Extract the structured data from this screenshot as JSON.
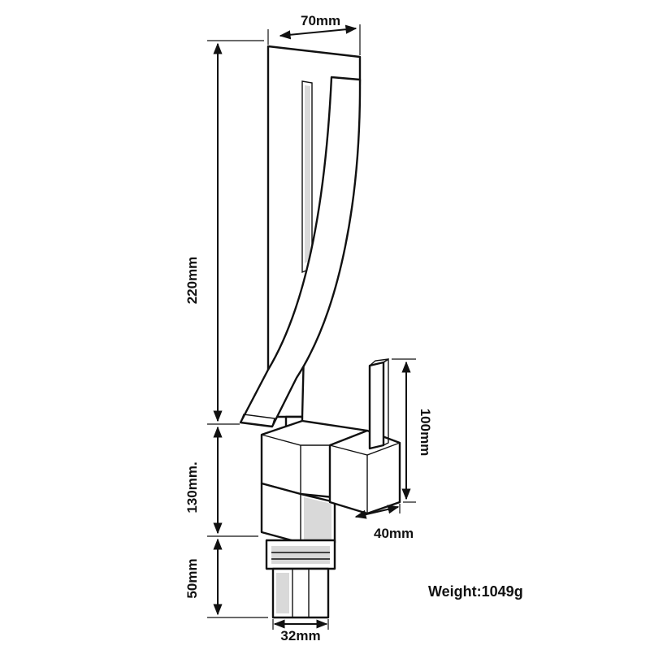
{
  "dimensions": {
    "width_top": "70mm",
    "height_spout": "220mm",
    "handle_height": "100mm",
    "body_height": "130mm.",
    "handle_depth": "40mm",
    "shank_height": "50mm",
    "shank_diameter": "32mm"
  },
  "weight_label": "Weight:1049g"
}
